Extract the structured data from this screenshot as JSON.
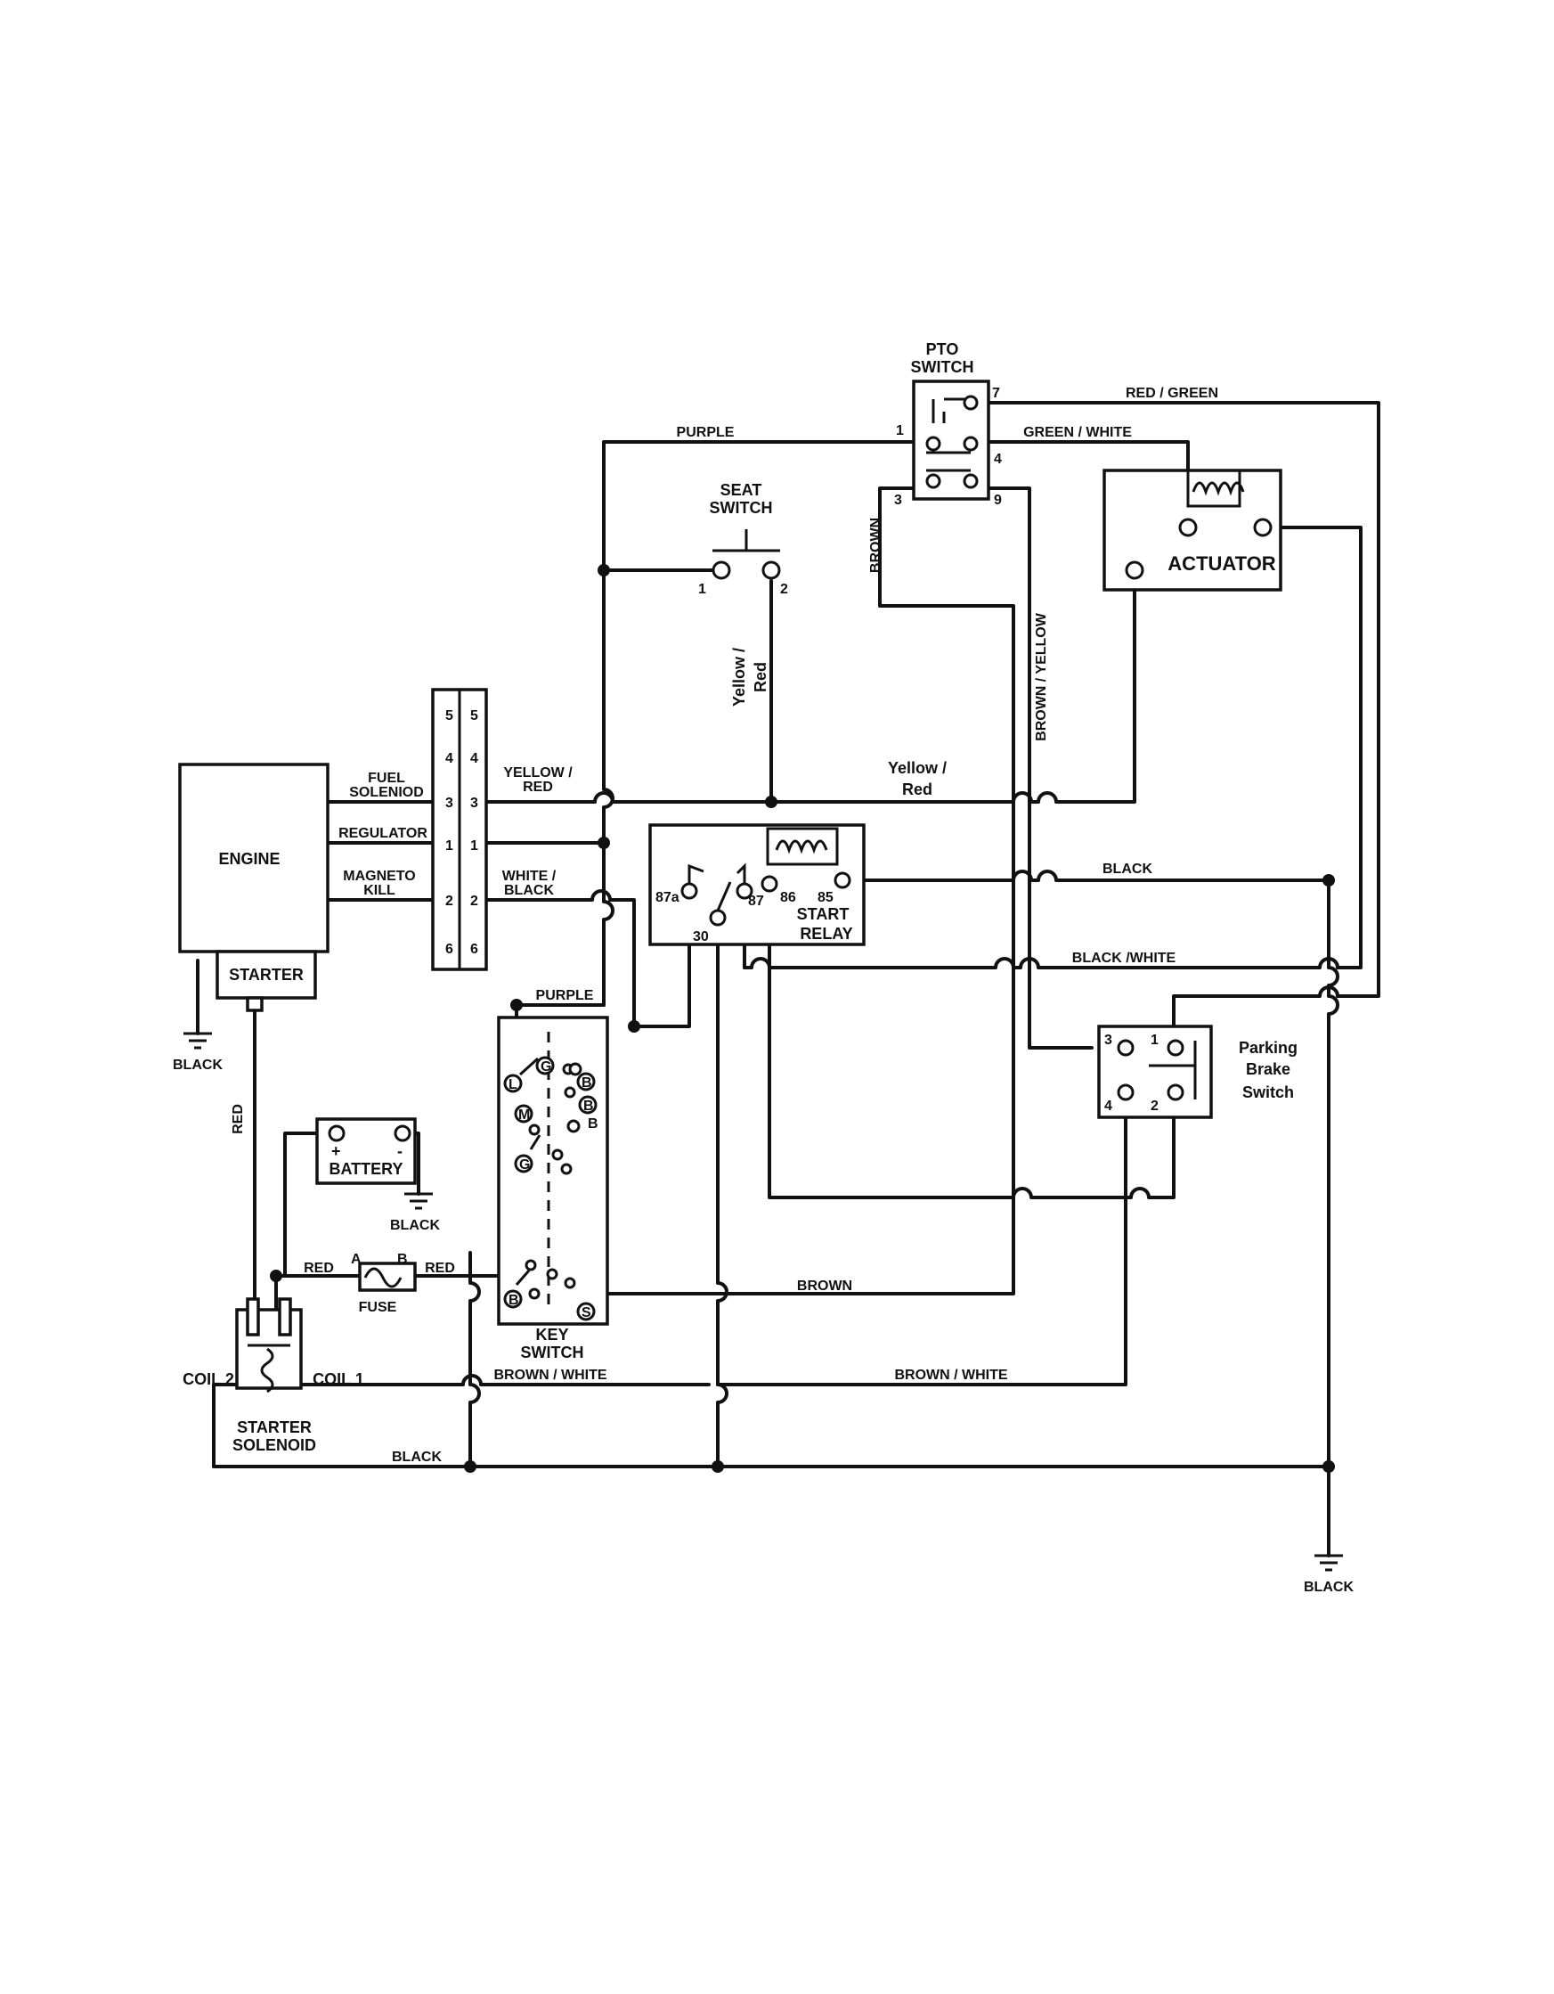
{
  "components": {
    "pto_switch": [
      "PTO",
      "SWITCH"
    ],
    "seat_switch": [
      "SEAT",
      "SWITCH"
    ],
    "actuator": "ACTUATOR",
    "engine": "ENGINE",
    "starter": "STARTER",
    "start_relay": [
      "START",
      "RELAY"
    ],
    "battery": "BATTERY",
    "fuse": "FUSE",
    "key_switch": [
      "KEY",
      "SWITCH"
    ],
    "starter_solenoid": [
      "STARTER",
      "SOLENOID"
    ],
    "parking_brake_switch": [
      "Parking",
      "Brake",
      "Switch"
    ],
    "coil_1": "COIL 1",
    "coil_2": "COIL 2"
  },
  "engine_ports": {
    "fuel_solenoid": [
      "FUEL",
      "SOLENIOD"
    ],
    "regulator": "REGULATOR",
    "magneto_kill": [
      "MAGNETO",
      "KILL"
    ]
  },
  "connector_pins": [
    "5",
    "4",
    "3",
    "1",
    "2",
    "6"
  ],
  "wires": {
    "purple": "PURPLE",
    "red_green": "RED / GREEN",
    "green_white": "GREEN / WHITE",
    "brown": "BROWN",
    "brown_yellow": "BROWN / YELLOW",
    "yellow_red_vertical": [
      "Yellow /",
      "Red"
    ],
    "yellow_red_upper": [
      "YELLOW /",
      "RED"
    ],
    "yellow_red_main": [
      "Yellow /",
      "Red"
    ],
    "white_black": [
      "WHITE /",
      "BLACK"
    ],
    "black": "BLACK",
    "black_white": "BLACK /WHITE",
    "red": "RED",
    "brown_white": "BROWN / WHITE"
  },
  "terminals": {
    "pto": [
      "1",
      "7",
      "4",
      "3",
      "9"
    ],
    "seat": [
      "1",
      "2"
    ],
    "relay": [
      "87a",
      "30",
      "87",
      "86",
      "85"
    ],
    "parking": [
      "3",
      "1",
      "4",
      "2"
    ],
    "battery": [
      "+",
      "-"
    ],
    "fuse": [
      "A",
      "B"
    ],
    "key_switch": [
      "G",
      "B",
      "B",
      "L",
      "B",
      "M",
      "G",
      "B",
      "S"
    ]
  },
  "ground_labels": [
    "BLACK",
    "BLACK",
    "BLACK"
  ]
}
